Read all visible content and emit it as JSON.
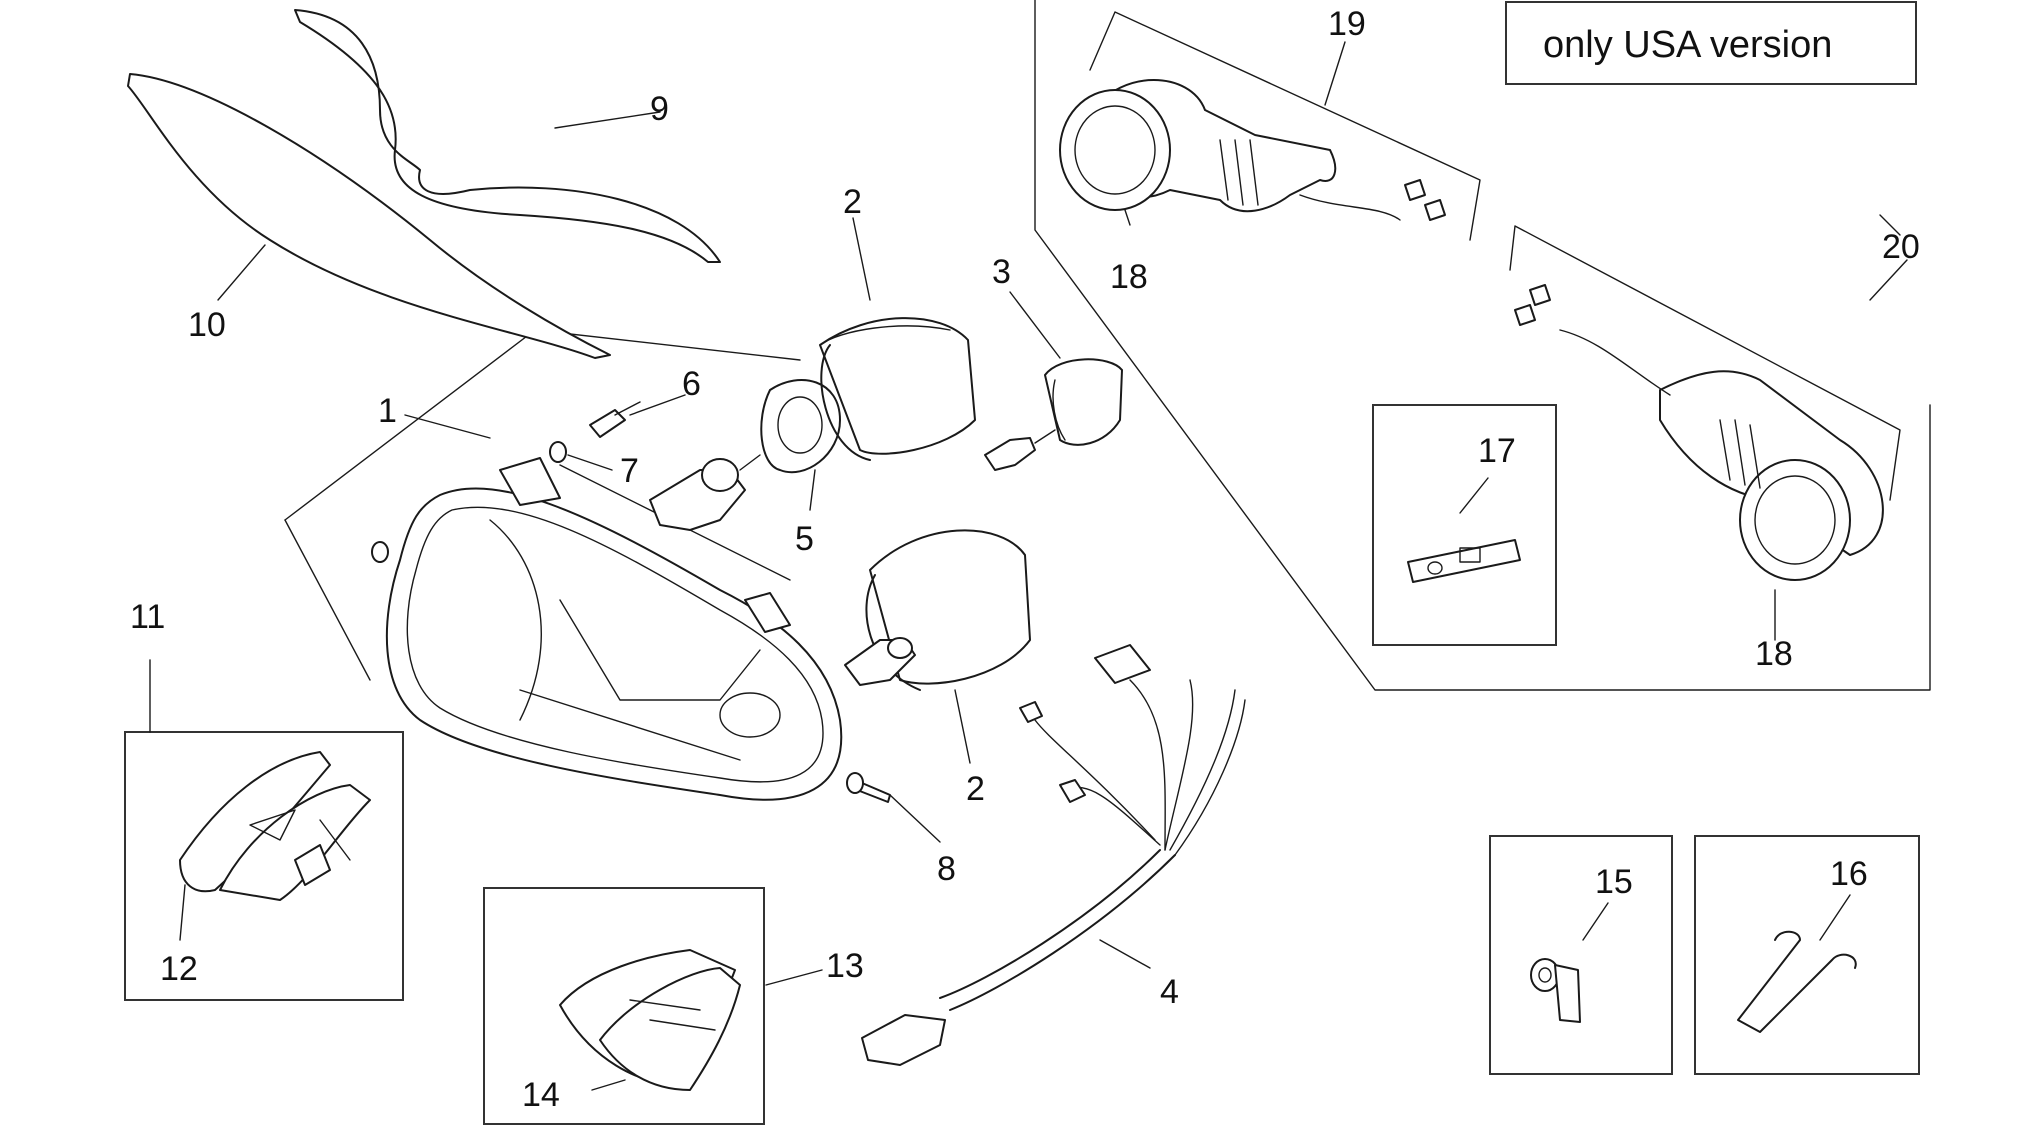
{
  "note": "only USA version",
  "callouts": [
    "1",
    "2",
    "2",
    "3",
    "4",
    "5",
    "6",
    "7",
    "8",
    "9",
    "10",
    "11",
    "12",
    "13",
    "14",
    "15",
    "16",
    "17",
    "18",
    "18",
    "19",
    "20"
  ]
}
